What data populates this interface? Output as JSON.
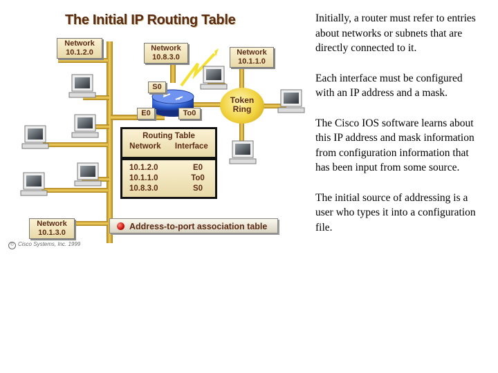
{
  "figure": {
    "title": "The Initial IP Routing Table",
    "networks": [
      {
        "id": "net-10-1-2-0",
        "line1": "Network",
        "line2": "10.1.2.0"
      },
      {
        "id": "net-10-8-3-0",
        "line1": "Network",
        "line2": "10.8.3.0"
      },
      {
        "id": "net-10-1-1-0",
        "line1": "Network",
        "line2": "10.1.1.0"
      },
      {
        "id": "net-10-1-3-0",
        "line1": "Network",
        "line2": "10.1.3.0"
      }
    ],
    "interfaces": {
      "s0": "S0",
      "e0": "E0",
      "to0": "To0"
    },
    "token_ring": {
      "line1": "Token",
      "line2": "Ring"
    },
    "routing_table": {
      "title": "Routing Table",
      "col_network": "Network",
      "col_interface": "Interface",
      "rows": [
        {
          "network": "10.1.2.0",
          "interface": "E0"
        },
        {
          "network": "10.1.1.0",
          "interface": "To0"
        },
        {
          "network": "10.8.3.0",
          "interface": "S0"
        }
      ]
    },
    "association_label": "Address-to-port association table",
    "copyright": "Cisco Systems, Inc. 1999",
    "colors": {
      "cable": "#e0b43a",
      "router": "#2f5fd0",
      "text": "#5a2a12",
      "ring": "#f1d340"
    }
  },
  "text": {
    "p1": "Initially, a router must refer to entries about networks or subnets that are directly connected to it.",
    "p2": "Each interface must be configured with an IP address and a mask.",
    "p3": "The Cisco IOS software learns about this IP address and mask information from configuration information that has been input from some source.",
    "p4": "The initial source of addressing is a user who types it into a configuration file."
  }
}
